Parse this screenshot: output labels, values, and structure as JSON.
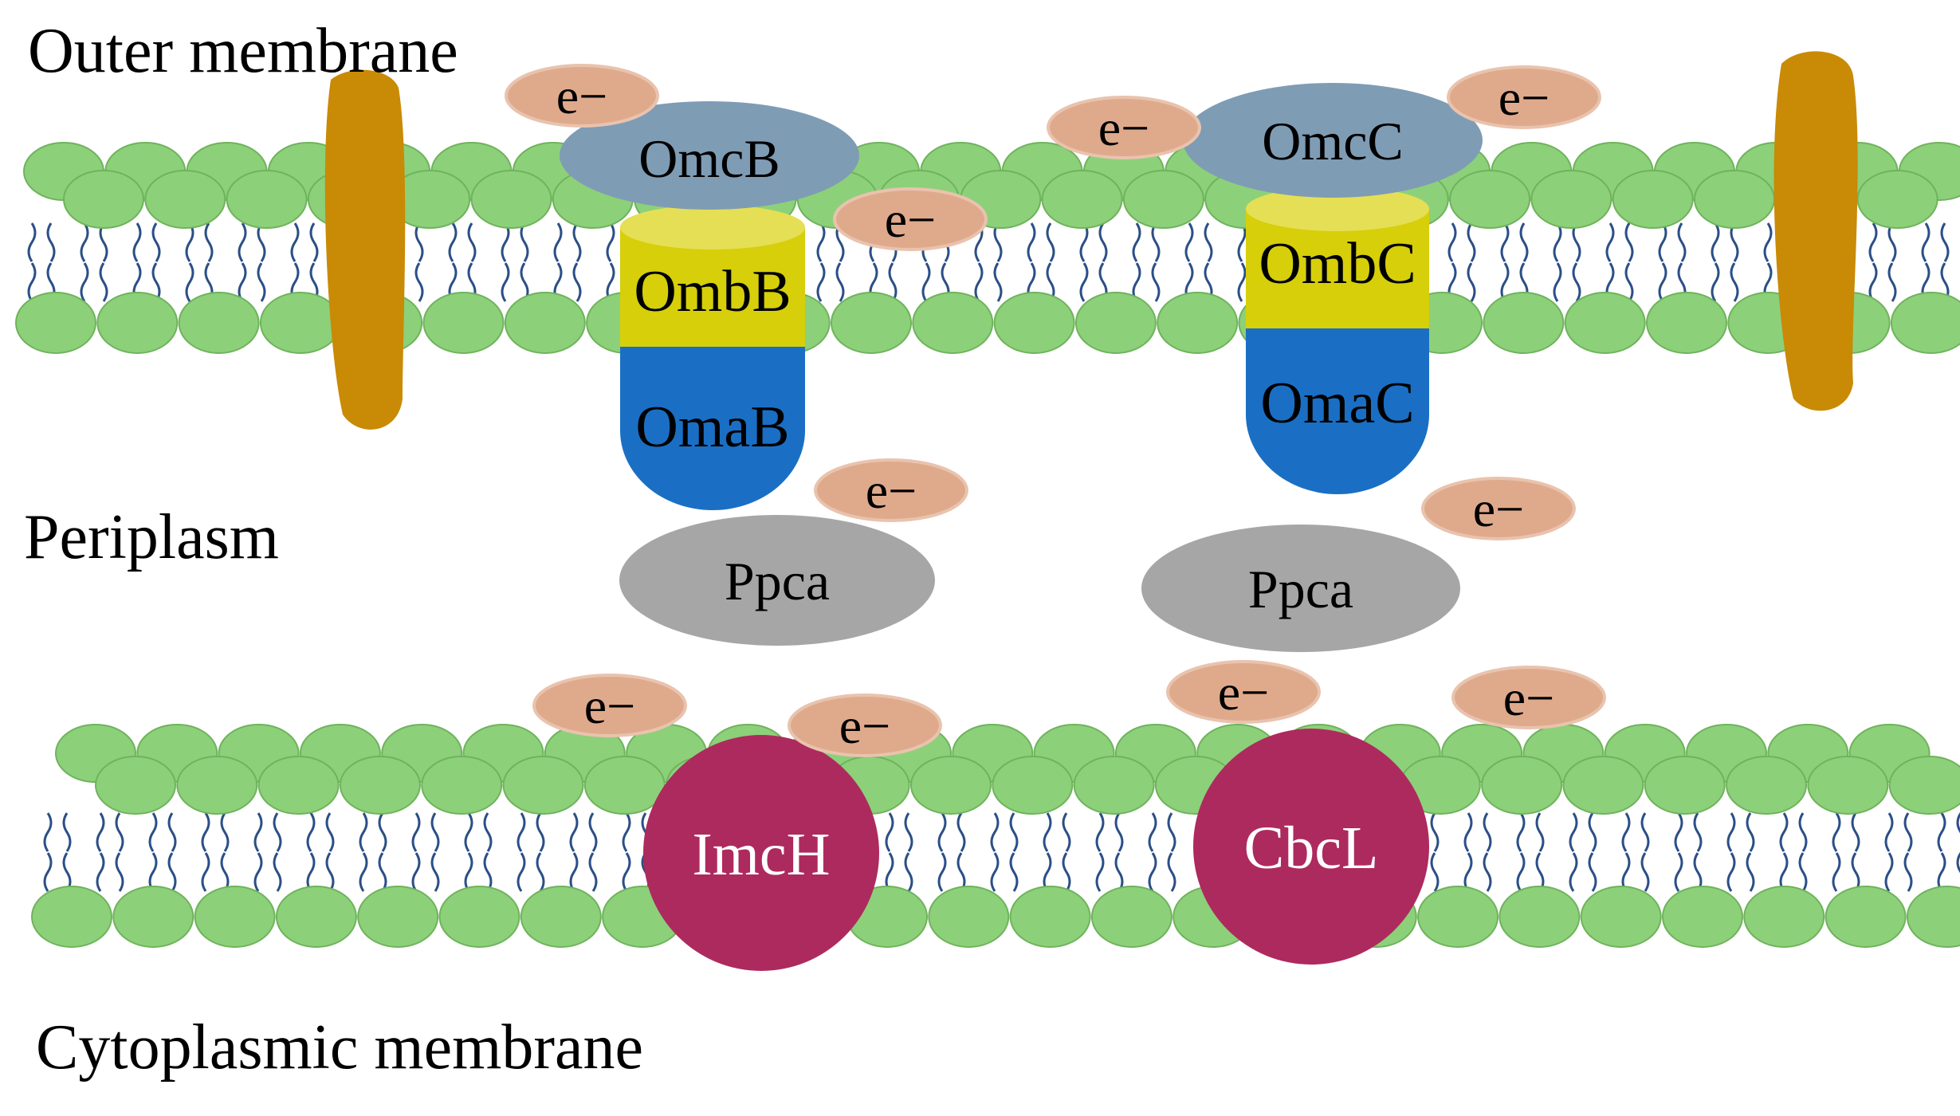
{
  "labels": {
    "outer_membrane": "Outer membrane",
    "periplasm": "Periplasm",
    "cytoplasmic_membrane": "Cytoplasmic membrane"
  },
  "proteins": {
    "omcB": "OmcB",
    "ombB": "OmbB",
    "omaB": "OmaB",
    "omcC": "OmcC",
    "ombC": "OmbC",
    "omaC": "OmaC",
    "ppca_left": "Ppca",
    "ppca_right": "Ppca",
    "imcH": "ImcH",
    "cbcL": "CbcL"
  },
  "electron_label": "e−",
  "colors": {
    "lipid_head": "#8dd07a",
    "lipid_head_stroke": "#6fb35c",
    "lipid_tail": "#2b4f86",
    "porin": "#c98a06",
    "omc": "#7f9cb5",
    "omb": "#d6cf0a",
    "omb_top": "#e4df55",
    "oma": "#1a6fc4",
    "ppca": "#a6a6a6",
    "inner_protein": "#ad2a5e",
    "electron": "#dfaa8c",
    "electron_stroke": "#e9c3ae"
  }
}
